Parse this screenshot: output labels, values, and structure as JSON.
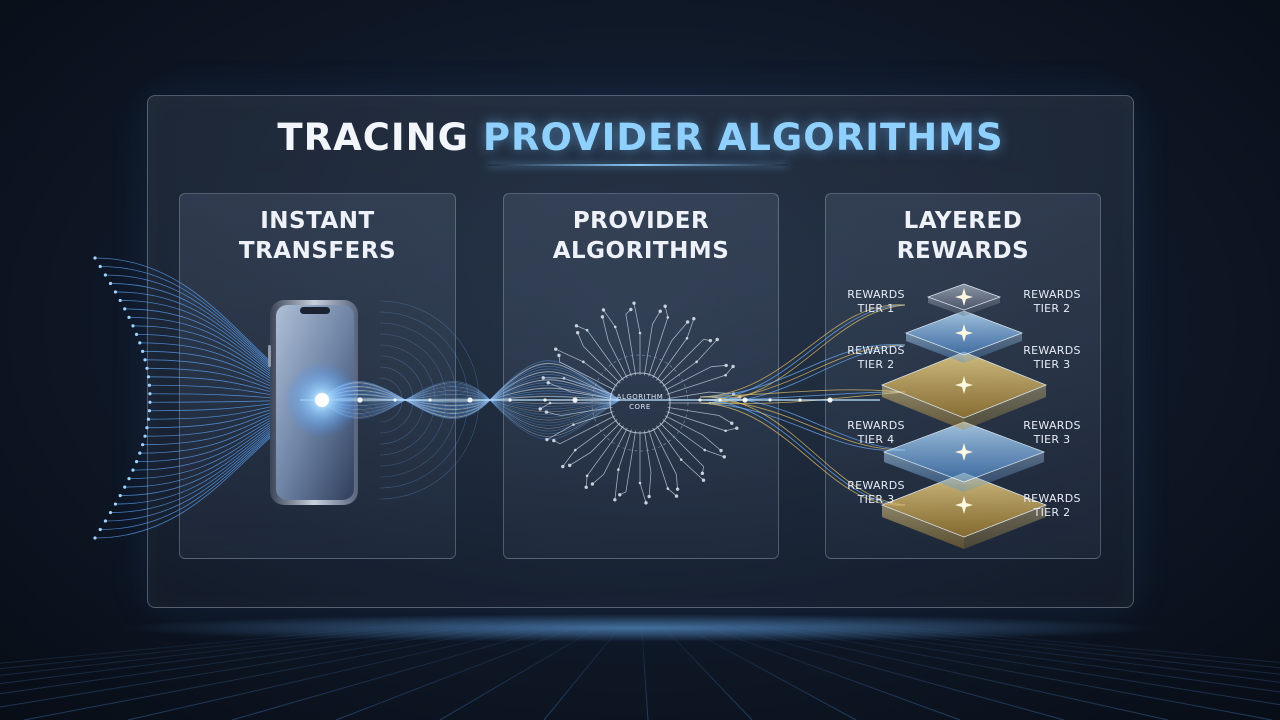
{
  "title": {
    "part1": "TRACING",
    "part2": "PROVIDER ALGORITHMS"
  },
  "cards": [
    {
      "line1": "INSTANT",
      "line2": "TRANSFERS"
    },
    {
      "line1": "PROVIDER",
      "line2": "ALGORITHMS"
    },
    {
      "line1": "LAYERED",
      "line2": "REWARDS"
    }
  ],
  "core": {
    "line1": "ALGORITHM",
    "line2": "CORE"
  },
  "tiers": {
    "left": [
      {
        "line1": "REWARDS",
        "line2": "TIER 1"
      },
      {
        "line1": "REWARDS",
        "line2": "TIER 2"
      },
      {
        "line1": "REWARDS",
        "line2": "TIER 4"
      },
      {
        "line1": "REWARDS",
        "line2": "TIER 3"
      }
    ],
    "right": [
      {
        "line1": "REWARDS",
        "line2": "TIER 2"
      },
      {
        "line1": "REWARDS",
        "line2": "TIER 3"
      },
      {
        "line1": "REWARDS",
        "line2": "TIER 3"
      },
      {
        "line1": "REWARDS",
        "line2": "TIER 2"
      }
    ]
  },
  "colors": {
    "accent_blue": "#8fd0ff",
    "gold": "#e8c46a",
    "background": "#0f1827"
  }
}
